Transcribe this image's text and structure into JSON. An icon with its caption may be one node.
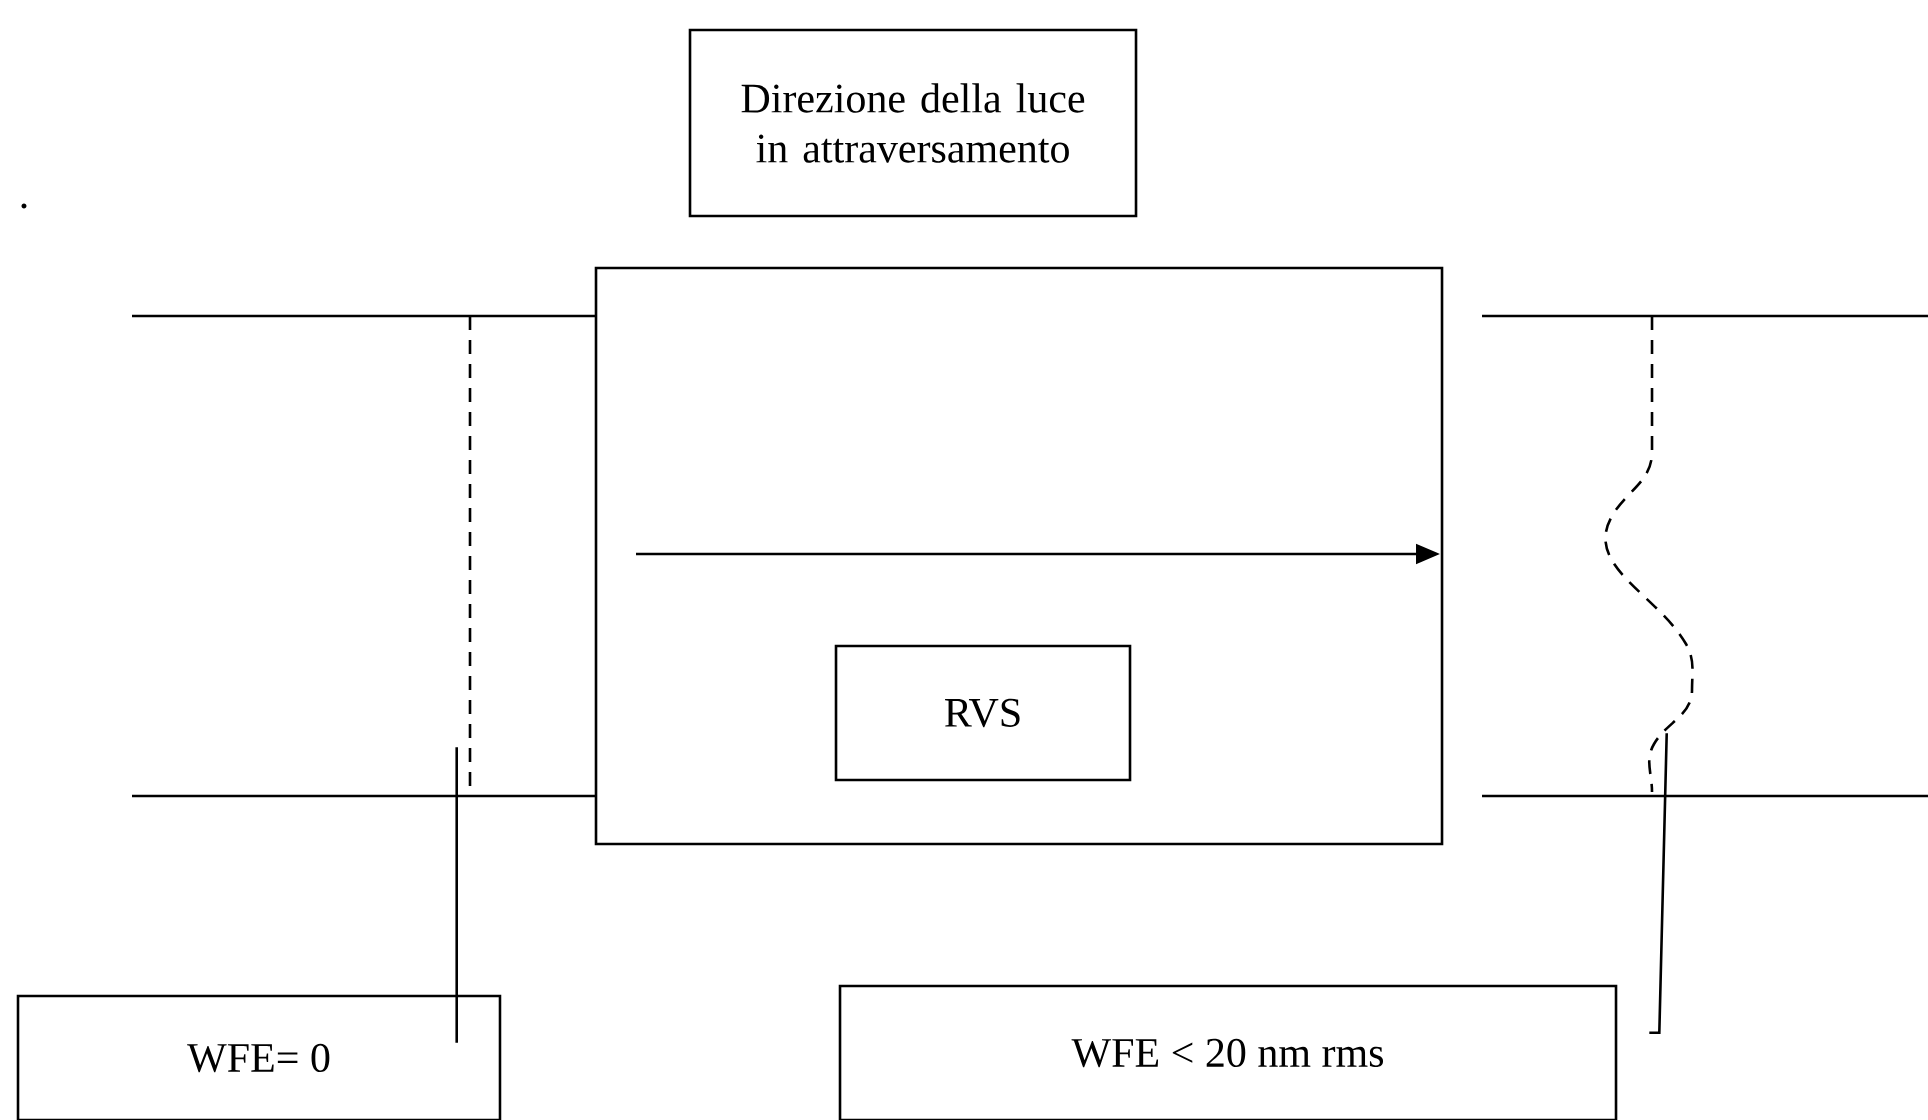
{
  "diagram": {
    "nodes": [
      {
        "text": [
          "Direzione della luce in attraversamento"
        ]
      },
      {
        "text": [],
        "shape": "box"
      },
      {
        "text": [
          "RVS"
        ],
        "in": 1
      },
      {
        "text": [],
        "shape": "line"
      },
      {
        "text": [],
        "shape": "line"
      },
      {
        "text": [
          "WFE= 0"
        ]
      },
      {
        "text": [
          "WFE < 20 nm rms"
        ]
      }
    ],
    "edges": [
      {
        "from": 5,
        "to": 3,
        "arrow": "none"
      },
      {
        "from": 6,
        "to": 4,
        "arrow": "none"
      }
    ],
    "labels": [
      "."
    ]
  }
}
